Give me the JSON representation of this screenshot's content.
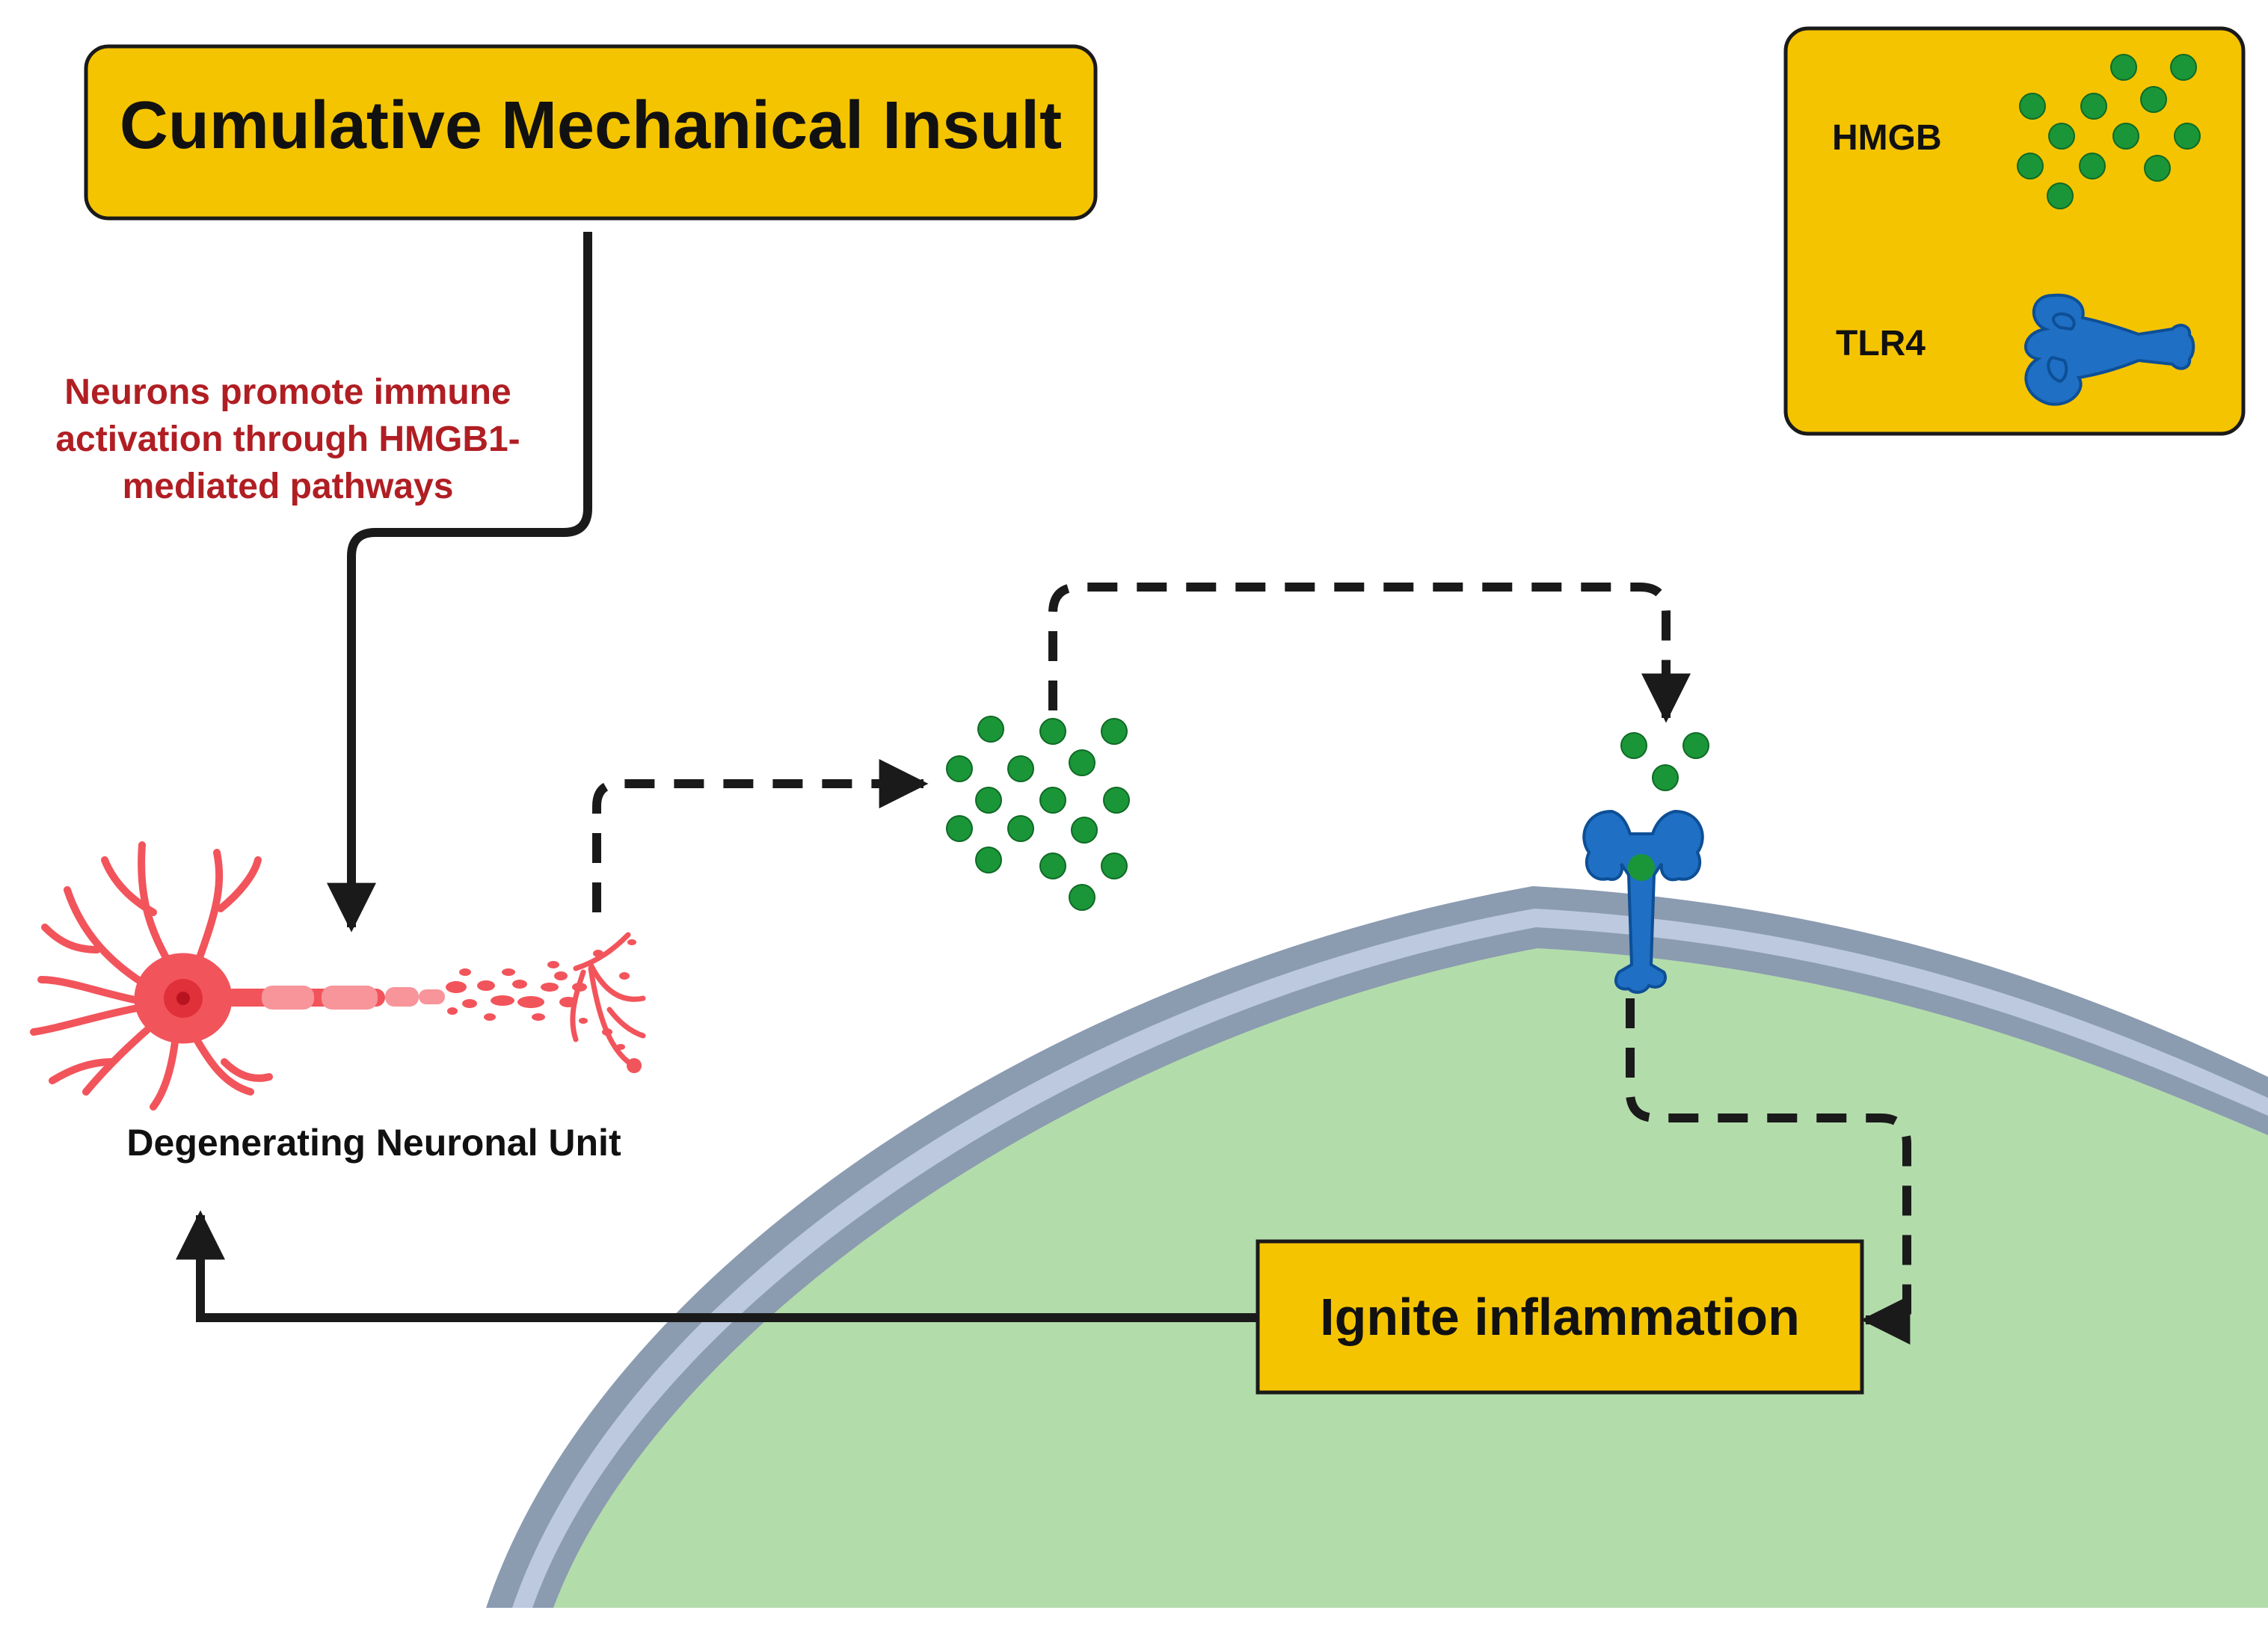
{
  "title_box": {
    "label": "Cumulative Mechanical Insult"
  },
  "annotation": {
    "lines": [
      "Neurons promote immune",
      "activation through HMGB1-",
      "mediated pathways"
    ],
    "color": "#b01e23"
  },
  "neuron": {
    "label": "Degenerating Neuronal Unit",
    "color": "#f2545b"
  },
  "inflammation_box": {
    "label": "Ignite inflammation"
  },
  "legend": {
    "items": [
      {
        "label": "HMGB",
        "icon": "hmgb-dots-icon"
      },
      {
        "label": "TLR4",
        "icon": "tlr4-receptor-icon"
      }
    ]
  },
  "colors": {
    "box_fill": "#f5c400",
    "hmgb_green": "#1a9638",
    "tlr4_blue": "#1f6fc4",
    "cell_fill": "#b3dcab",
    "membrane_outer": "#8b9bb0",
    "membrane_inner": "#bcc9df"
  }
}
